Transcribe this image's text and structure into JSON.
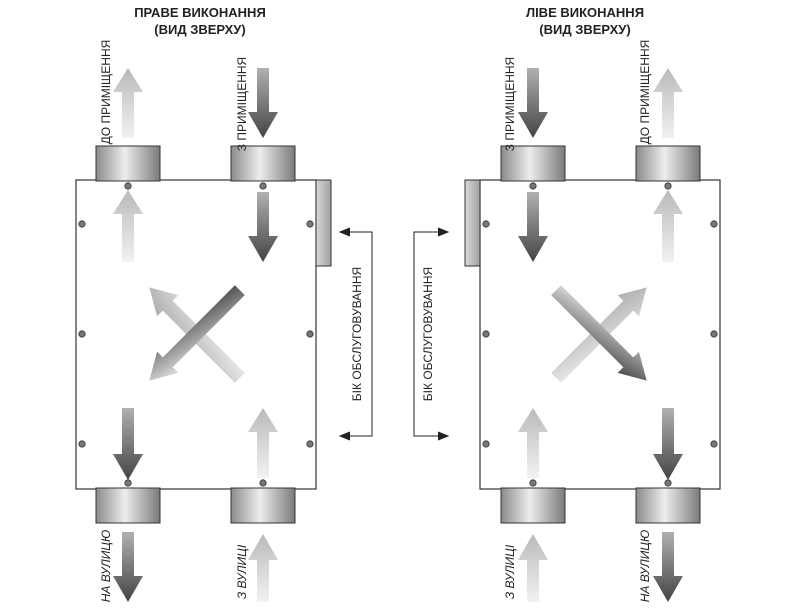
{
  "right_variant": {
    "title_line1": "ПРАВЕ ВИКОНАННЯ",
    "title_line2": "(ВИД ЗВЕРХУ)",
    "label_to_room": "ДО ПРИМІЩЕННЯ",
    "label_from_room": "З ПРИМІЩЕННЯ",
    "label_to_street": "НА ВУЛИЦЮ",
    "label_from_street": "З ВУЛИЦІ",
    "service_side": "БІК ОБСЛУГОВУВАННЯ"
  },
  "left_variant": {
    "title_line1": "ЛІВЕ ВИКОНАННЯ",
    "title_line2": "(ВИД ЗВЕРХУ)",
    "label_from_room": "З ПРИМІЩЕННЯ",
    "label_to_room": "ДО ПРИМІЩЕННЯ",
    "label_from_street": "З ВУЛИЦІ",
    "label_to_street": "НА ВУЛИЦЮ",
    "service_side": "БІК ОБСЛУГОВУВАННЯ"
  },
  "colors": {
    "fresh_air": "#c8c8c8",
    "exhaust_air": "#555555",
    "outline": "#333333"
  }
}
